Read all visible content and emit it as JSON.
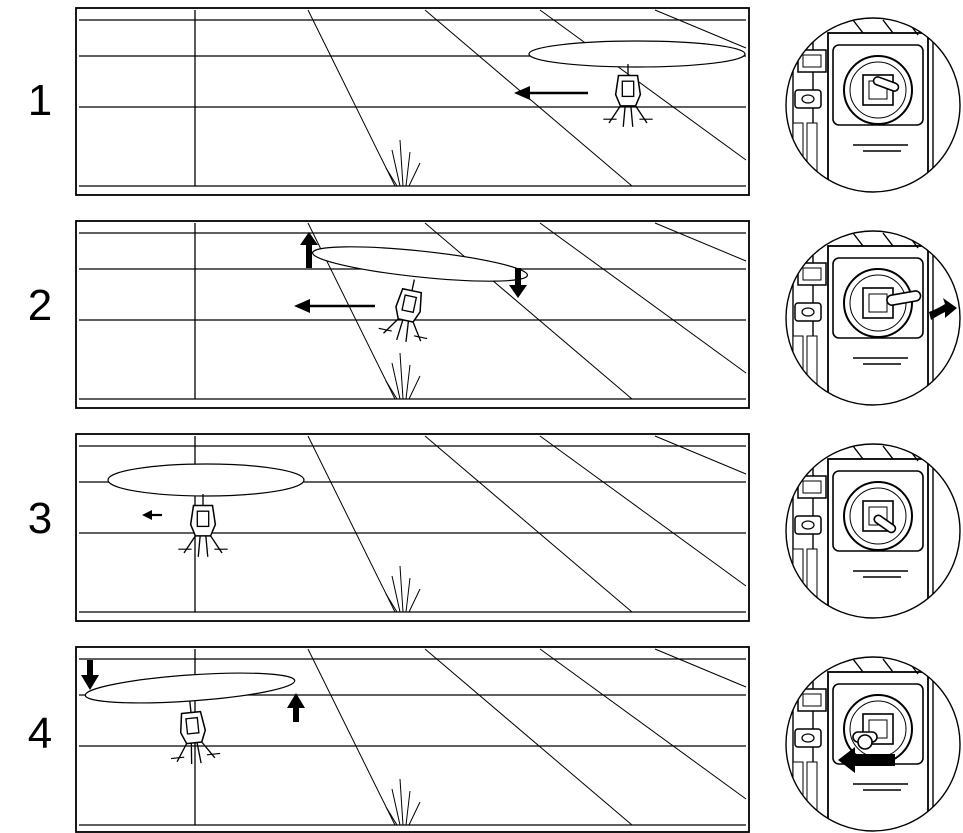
{
  "steps": [
    {
      "number": "1",
      "rotor_tilt": "level",
      "motion_arrow": "left",
      "tilt_arrows": "none",
      "stick": "neutral",
      "control_arrow": "none"
    },
    {
      "number": "2",
      "rotor_tilt": "right-down",
      "motion_arrow": "left",
      "tilt_arrows": "left-up-right-down",
      "stick": "right",
      "control_arrow": "right"
    },
    {
      "number": "3",
      "rotor_tilt": "level",
      "motion_arrow": "left",
      "tilt_arrows": "none",
      "stick": "neutral",
      "control_arrow": "none"
    },
    {
      "number": "4",
      "rotor_tilt": "left-down",
      "motion_arrow": "none",
      "tilt_arrows": "left-down-right-up",
      "stick": "left",
      "control_arrow": "left"
    }
  ],
  "colors": {
    "line": "#000000",
    "background": "#ffffff"
  }
}
